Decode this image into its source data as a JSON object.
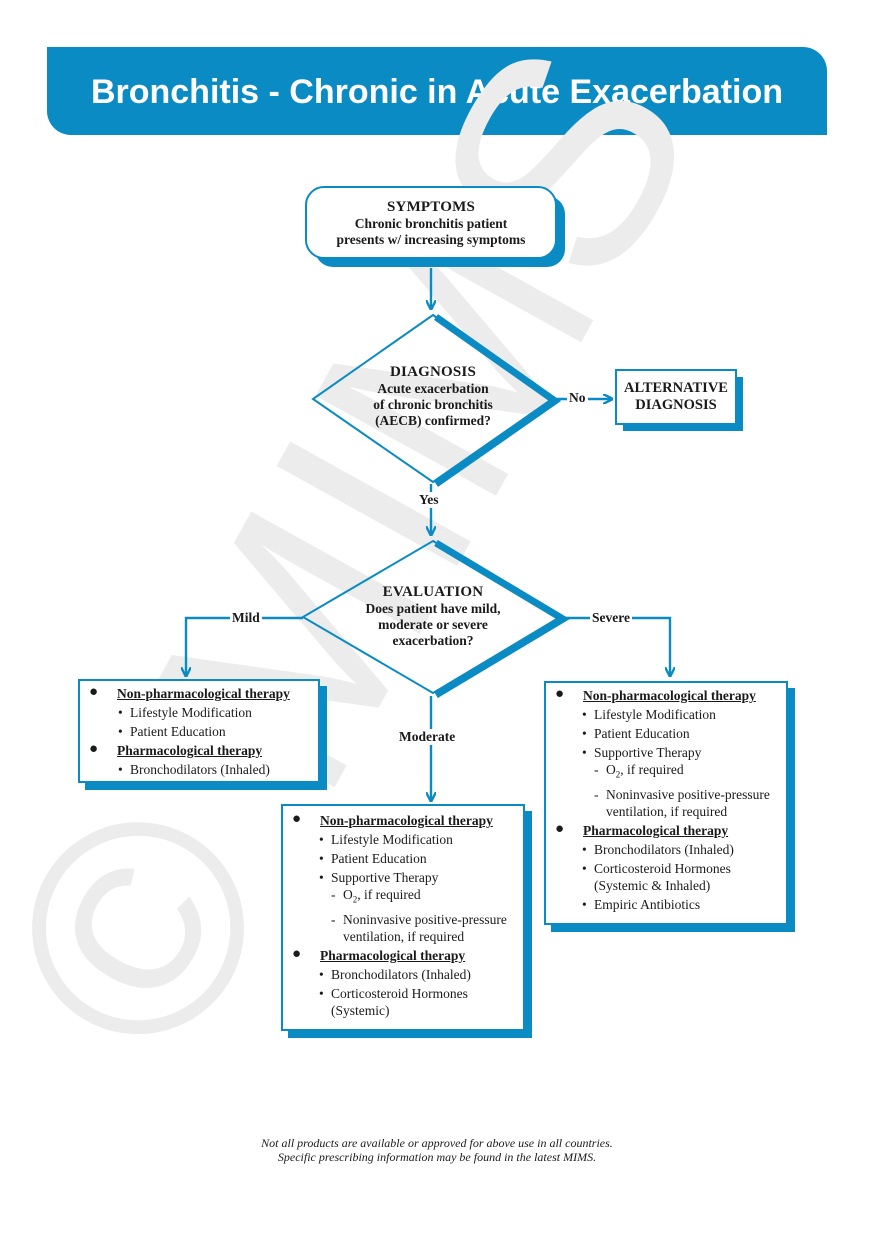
{
  "title": "Bronchitis - Chronic in Acute Exacerbation",
  "watermark": "© MIMS",
  "symptoms": {
    "heading": "SYMPTOMS",
    "line1": "Chronic bronchitis patient",
    "line2": "presents w/ increasing symptoms"
  },
  "diagnosis": {
    "heading": "DIAGNOSIS",
    "line1": "Acute exacerbation",
    "line2": "of chronic bronchitis",
    "line3": "(AECB) confirmed?"
  },
  "alternative": {
    "line1": "ALTERNATIVE",
    "line2": "DIAGNOSIS"
  },
  "evaluation": {
    "heading": "EVALUATION",
    "line1": "Does patient have mild,",
    "line2": "moderate or severe",
    "line3": "exacerbation?"
  },
  "labels": {
    "no": "No",
    "yes": "Yes",
    "mild": "Mild",
    "moderate": "Moderate",
    "severe": "Severe"
  },
  "mild_box": {
    "nonpharm_heading": "Non-pharmacological therapy",
    "nonpharm_items": [
      "Lifestyle Modification",
      "Patient Education"
    ],
    "pharm_heading": "Pharmacological therapy",
    "pharm_items": [
      "Bronchodilators (Inhaled)"
    ]
  },
  "moderate_box": {
    "nonpharm_heading": "Non-pharmacological therapy",
    "nonpharm_items": [
      "Lifestyle Modification",
      "Patient Education",
      "Supportive Therapy"
    ],
    "o2_prefix": "O",
    "o2_sub": "2",
    "o2_suffix": ", if required",
    "niv": "Noninvasive positive-pressure ventilation, if required",
    "pharm_heading": "Pharmacological therapy",
    "pharm_items": [
      "Bronchodilators (Inhaled)",
      "Corticosteroid Hormones (Systemic)"
    ]
  },
  "severe_box": {
    "nonpharm_heading": "Non-pharmacological therapy",
    "nonpharm_items": [
      "Lifestyle Modification",
      "Patient Education",
      "Supportive Therapy"
    ],
    "o2_prefix": "O",
    "o2_sub": "2",
    "o2_suffix": ", if required",
    "niv": "Noninvasive positive-pressure ventilation, if required",
    "pharm_heading": "Pharmacological therapy",
    "pharm_items": [
      "Bronchodilators (Inhaled)",
      "Corticosteroid Hormones (Systemic & Inhaled)",
      "Empiric Antibiotics"
    ]
  },
  "footer": {
    "line1": "Not all products are available or approved for above use in all countries.",
    "line2": "Specific prescribing information may be found in the latest MIMS."
  },
  "colors": {
    "accent": "#0a8bc4",
    "watermark": "#ececec"
  }
}
